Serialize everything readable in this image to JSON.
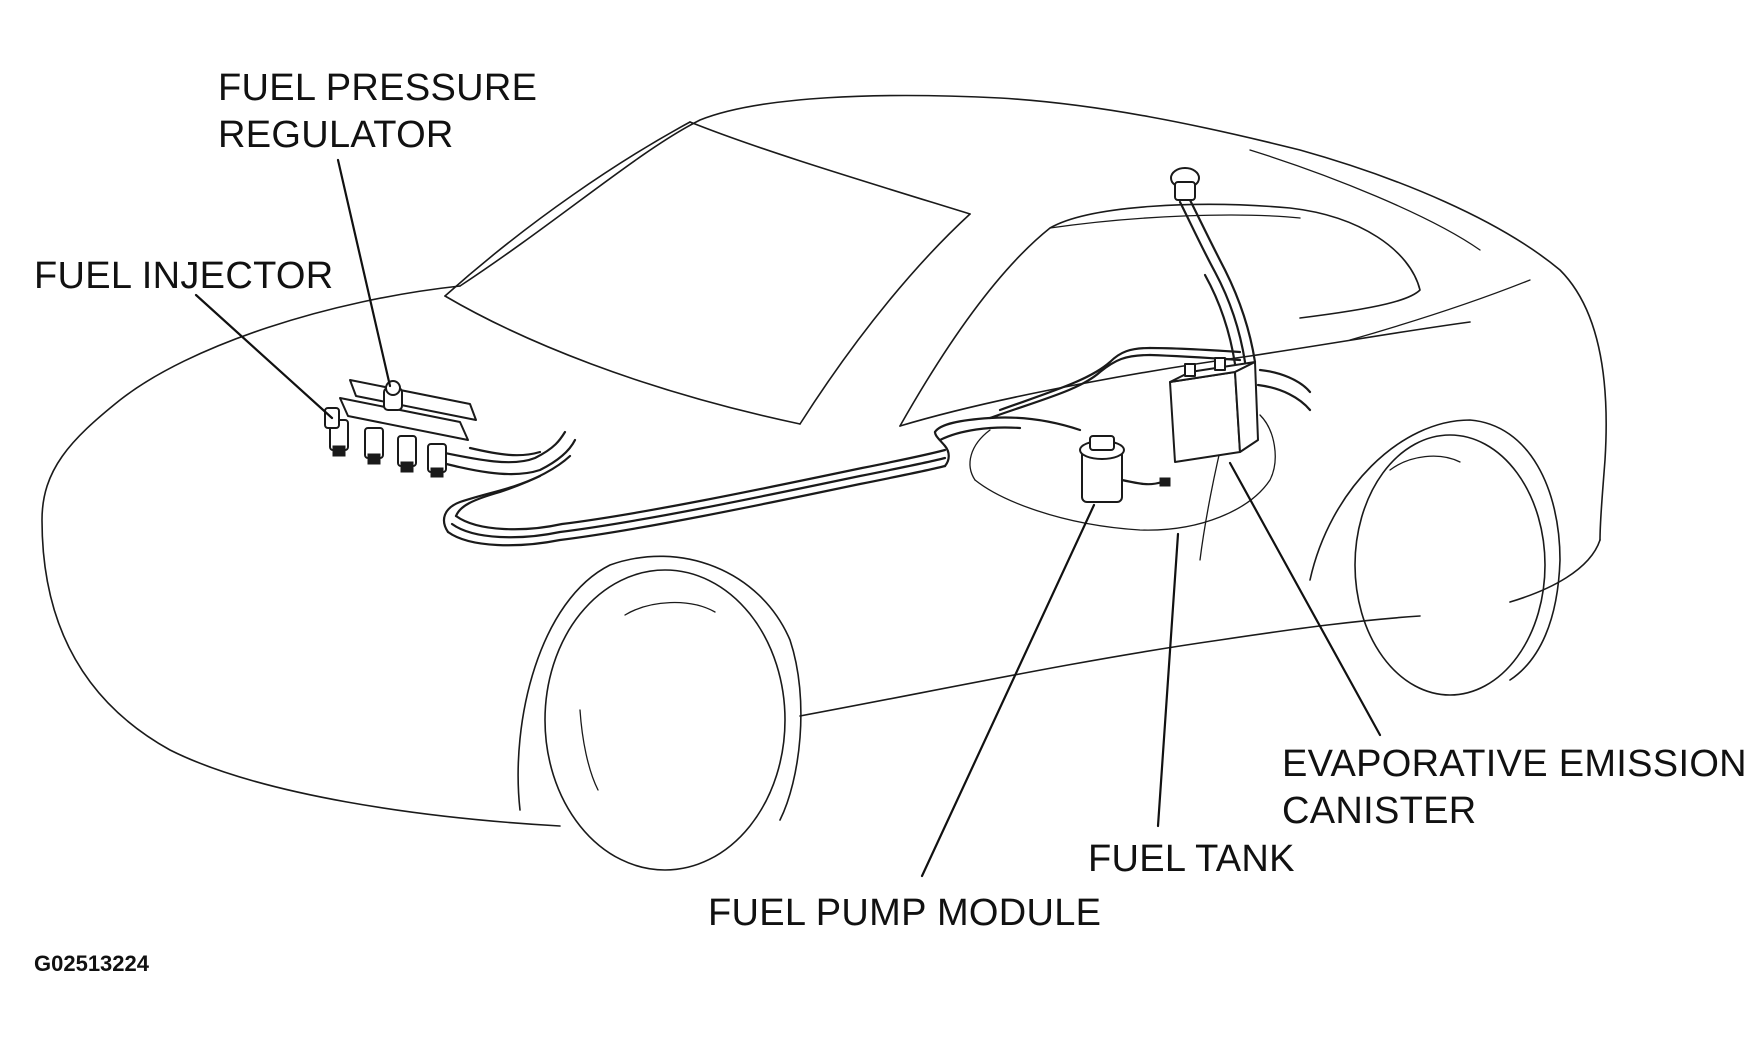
{
  "labels": {
    "fuel_pressure_regulator_line1": "FUEL PRESSURE",
    "fuel_pressure_regulator_line2": "REGULATOR",
    "fuel_injector": "FUEL INJECTOR",
    "evap_canister_line1": "EVAPORATIVE EMISSION",
    "evap_canister_line2": "CANISTER",
    "fuel_tank": "FUEL TANK",
    "fuel_pump_module": "FUEL PUMP MODULE"
  },
  "figure_code": "G02513224"
}
